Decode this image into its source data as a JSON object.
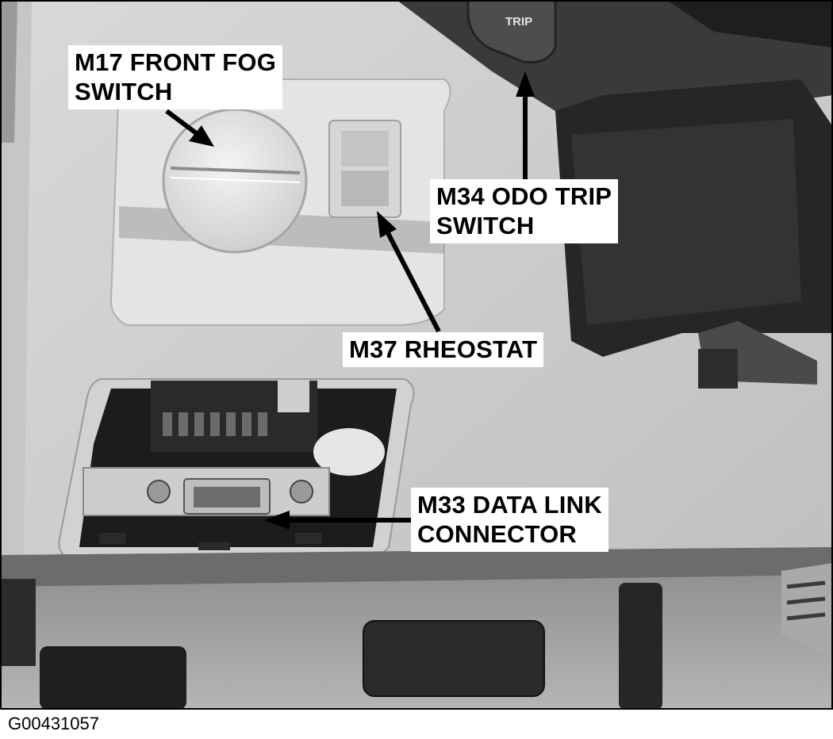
{
  "callouts": {
    "fog": {
      "line1": "M17 FRONT FOG",
      "line2": "SWITCH"
    },
    "odo": {
      "line1": "M34 ODO TRIP",
      "line2": "SWITCH"
    },
    "rheostat": {
      "line1": "M37 RHEOSTAT"
    },
    "dlc": {
      "line1": "M33 DATA LINK",
      "line2": "CONNECTOR"
    }
  },
  "button_label": "TRIP",
  "figure_id": "G00431057"
}
